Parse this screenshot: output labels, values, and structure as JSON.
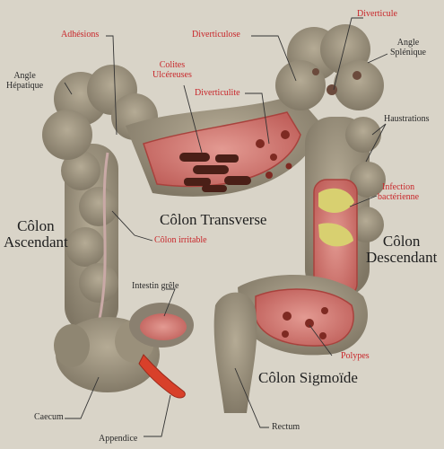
{
  "labels": {
    "adhesions": "Adhésions",
    "diverticulose": "Diverticulose",
    "diverticule": "Diverticule",
    "angle_hepatique": [
      "Angle",
      "Hépatique"
    ],
    "angle_splenique": [
      "Angle",
      "Splénique"
    ],
    "colites_ulcereuses": [
      "Colites",
      "Ulcéreuses"
    ],
    "diverticulite": "Diverticulite",
    "haustrations": "Haustrations",
    "infection_bacterienne": [
      "Infection",
      "bactérienne"
    ],
    "colon_transverse": "Côlon Transverse",
    "colon_ascendant": [
      "Côlon",
      "Ascendant"
    ],
    "colon_irritable": "Côlon irritable",
    "colon_descendant": [
      "Côlon",
      "Descendant"
    ],
    "intestin_grele": "Intestin grêle",
    "polypes": "Polypes",
    "colon_sigmoide": "Côlon Sigmoïde",
    "caecum": "Caecum",
    "rectum": "Rectum",
    "appendice": "Appendice"
  },
  "colors": {
    "background": "#d9d4c8",
    "colon_outer": "#a49a84",
    "colon_shade": "#7f7664",
    "mucosa": "#d47c78",
    "mucosa_dark": "#b2504c",
    "ulcer": "#4a1f17",
    "infection": "#d8d070",
    "appendix": "#d8402a",
    "red_text": "#c8262a",
    "leader": "#333333"
  }
}
